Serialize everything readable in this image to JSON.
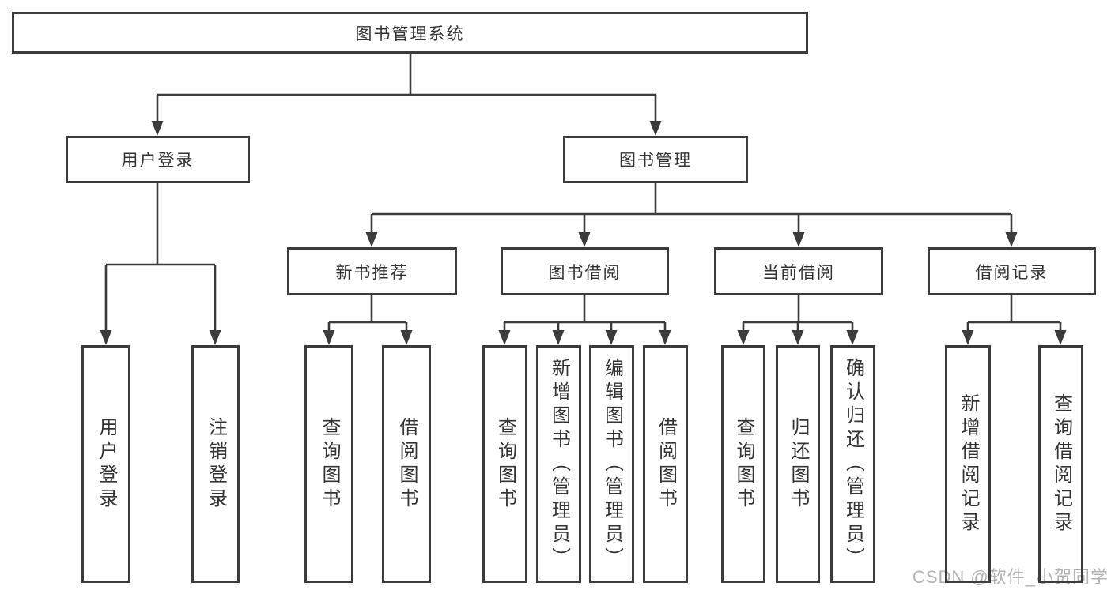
{
  "diagram": {
    "type": "hierarchy-tree",
    "nodes": {
      "root": "图书管理系统",
      "user_login": "用户登录",
      "book_mgmt": "图书管理",
      "new_book_rec": "新书推荐",
      "book_borrow": "图书借阅",
      "current_borrow": "当前借阅",
      "borrow_records": "借阅记录",
      "leaf_user_login": "用户登录",
      "leaf_logout": "注销登录",
      "leaf_nbr_query": "查询图书",
      "leaf_nbr_borrow": "借阅图书",
      "leaf_bb_query": "查询图书",
      "leaf_bb_add": "新增图书（管理员）",
      "leaf_bb_edit": "编辑图书（管理员）",
      "leaf_bb_borrow": "借阅图书",
      "leaf_cb_query": "查询图书",
      "leaf_cb_return": "归还图书",
      "leaf_cb_confirm": "确认归还（管理员）",
      "leaf_br_add": "新增借阅记录",
      "leaf_br_query": "查询借阅记录"
    },
    "edges": [
      [
        "root",
        "user_login"
      ],
      [
        "root",
        "book_mgmt"
      ],
      [
        "user_login",
        "leaf_user_login"
      ],
      [
        "user_login",
        "leaf_logout"
      ],
      [
        "book_mgmt",
        "new_book_rec"
      ],
      [
        "book_mgmt",
        "book_borrow"
      ],
      [
        "book_mgmt",
        "current_borrow"
      ],
      [
        "book_mgmt",
        "borrow_records"
      ],
      [
        "new_book_rec",
        "leaf_nbr_query"
      ],
      [
        "new_book_rec",
        "leaf_nbr_borrow"
      ],
      [
        "book_borrow",
        "leaf_bb_query"
      ],
      [
        "book_borrow",
        "leaf_bb_add"
      ],
      [
        "book_borrow",
        "leaf_bb_edit"
      ],
      [
        "book_borrow",
        "leaf_bb_borrow"
      ],
      [
        "current_borrow",
        "leaf_cb_query"
      ],
      [
        "current_borrow",
        "leaf_cb_return"
      ],
      [
        "current_borrow",
        "leaf_cb_confirm"
      ],
      [
        "borrow_records",
        "leaf_br_add"
      ],
      [
        "borrow_records",
        "leaf_br_query"
      ]
    ]
  },
  "watermark": {
    "text": "CSDN @软件_小贺同学"
  },
  "colors": {
    "line": "#3b3b3b",
    "text": "#333333",
    "watermark": "#b3b3b3",
    "background": "#ffffff"
  }
}
